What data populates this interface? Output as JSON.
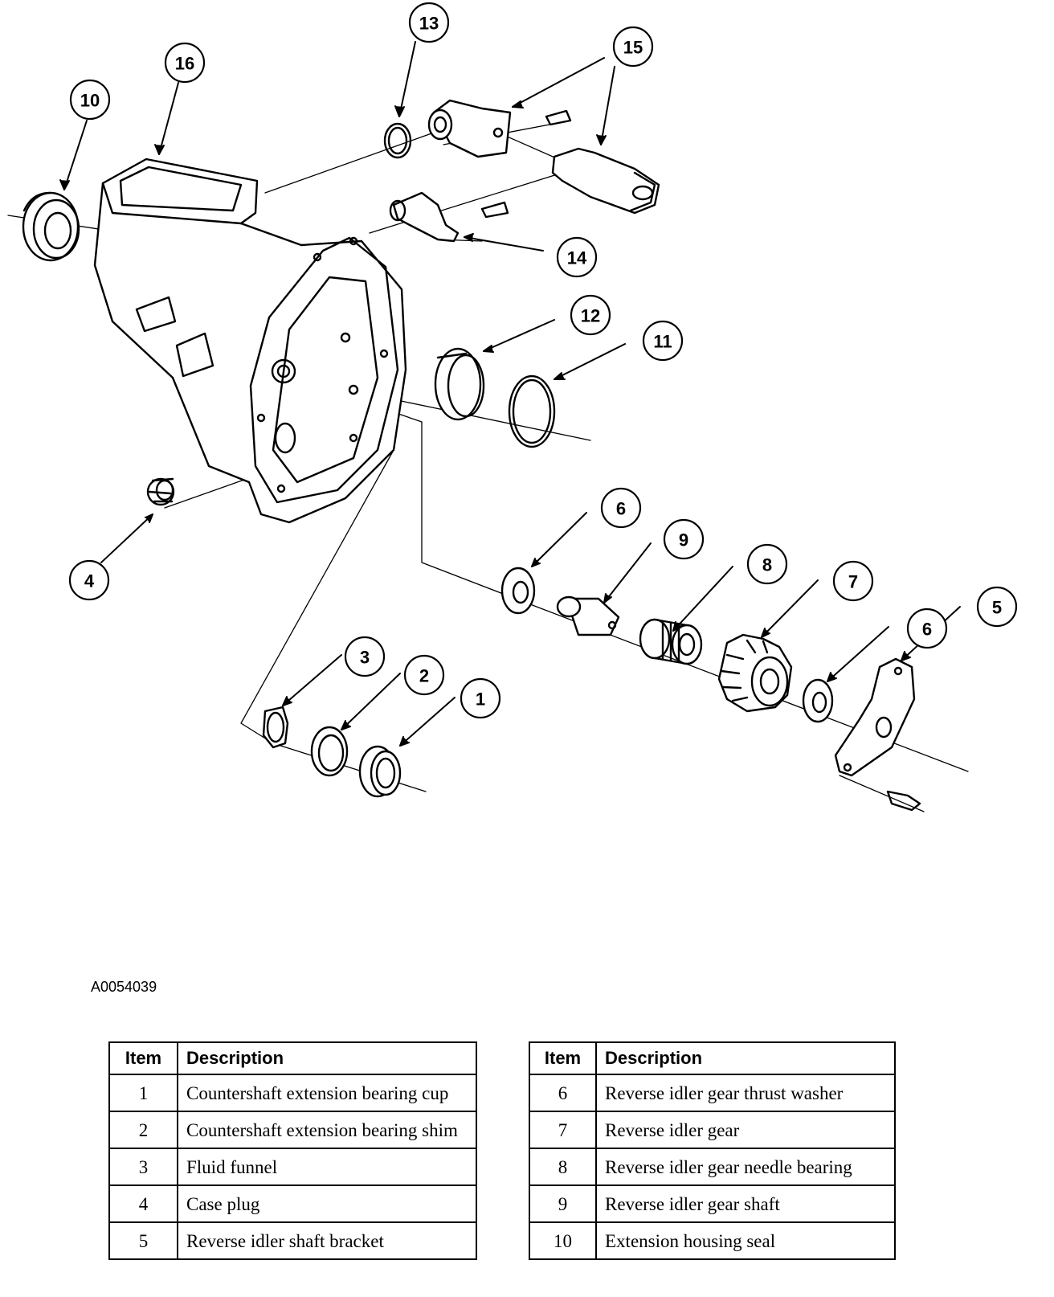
{
  "figure_id": "A0054039",
  "callouts": [
    "1",
    "2",
    "3",
    "4",
    "5",
    "6",
    "6",
    "7",
    "8",
    "9",
    "10",
    "11",
    "12",
    "13",
    "14",
    "15",
    "16"
  ],
  "legend_left": {
    "headers": [
      "Item",
      "Description"
    ],
    "rows": [
      {
        "item": "1",
        "desc": "Countershaft extension bearing cup"
      },
      {
        "item": "2",
        "desc": "Countershaft extension bearing shim"
      },
      {
        "item": "3",
        "desc": "Fluid funnel"
      },
      {
        "item": "4",
        "desc": "Case plug"
      },
      {
        "item": "5",
        "desc": "Reverse idler shaft bracket"
      }
    ]
  },
  "legend_right": {
    "headers": [
      "Item",
      "Description"
    ],
    "rows": [
      {
        "item": "6",
        "desc": "Reverse idler gear thrust washer"
      },
      {
        "item": "7",
        "desc": "Reverse idler gear"
      },
      {
        "item": "8",
        "desc": "Reverse idler gear needle bearing"
      },
      {
        "item": "9",
        "desc": "Reverse idler gear shaft"
      },
      {
        "item": "10",
        "desc": "Extension housing seal"
      }
    ]
  }
}
